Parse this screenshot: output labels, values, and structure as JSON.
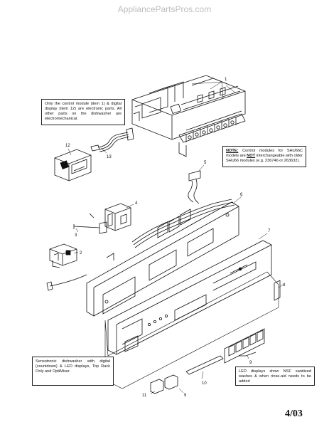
{
  "watermark": "AppliancePartsPros.com",
  "notes": {
    "control_module": "Only the control module (item 1) & digital display (item 12) are electronic parts.  All other parts on the dishwasher are electromechanical.",
    "interchange_label": "NOTE:",
    "interchange_text": " Control modules for SHU66C models are ",
    "interchange_not": "NOT",
    "interchange_rest": " interchangeable with older SHU66 modules (e.g. 236746 or 263632).",
    "sensotronic": "Sensotronic dishwasher with digital (countdown) & LED displays, Top Rack Only and OptiMiser.",
    "led": "LED displays show NSF sanitized washes & when rinse-aid needs to be added"
  },
  "callouts": [
    "1",
    "2",
    "3",
    "4",
    "5",
    "6",
    "7",
    "8",
    "9",
    "9",
    "10",
    "11",
    "12",
    "13"
  ],
  "date_code": "4/03",
  "colors": {
    "line": "#111111",
    "watermark": "#bdbdbd"
  }
}
